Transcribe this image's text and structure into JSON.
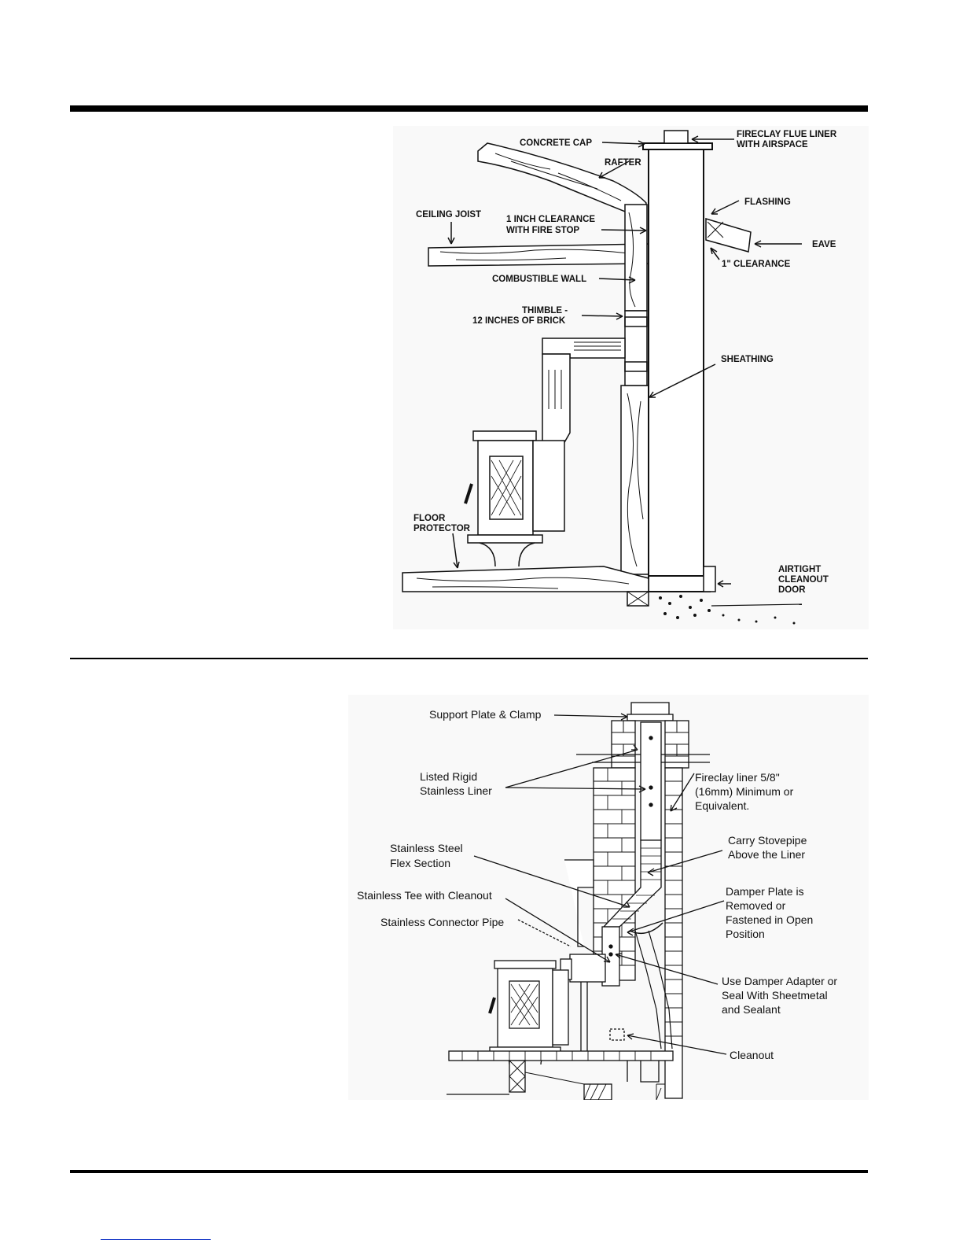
{
  "diagram1": {
    "labels": {
      "concrete_cap": "CONCRETE CAP",
      "fireclay_line1": "FIRECLAY FLUE LINER",
      "fireclay_line2": "WITH AIRSPACE",
      "rafter": "RAFTER",
      "flashing": "FLASHING",
      "ceiling_joist": "CEILING JOIST",
      "clearance_line1": "1 INCH CLEARANCE",
      "clearance_line2": "WITH FIRE STOP",
      "eave": "EAVE",
      "one_inch_clearance": "1\" CLEARANCE",
      "combustible_wall": "COMBUSTIBLE WALL",
      "thimble_line1": "THIMBLE -",
      "thimble_line2": "12 INCHES OF BRICK",
      "sheathing": "SHEATHING",
      "floor_line1": "FLOOR",
      "floor_line2": "PROTECTOR",
      "cleanout_line1": "AIRTIGHT",
      "cleanout_line2": "CLEANOUT",
      "cleanout_line3": "DOOR"
    }
  },
  "diagram2": {
    "labels": {
      "support_plate": "Support Plate & Clamp",
      "listed_line1": "Listed Rigid",
      "listed_line2": "Stainless Liner",
      "fireclay_line1": "Fireclay liner 5/8\"",
      "fireclay_line2": "(16mm) Minimum or",
      "fireclay_line3": "Equivalent.",
      "flex_line1": "Stainless Steel",
      "flex_line2": "Flex Section",
      "carry_line1": "Carry Stovepipe",
      "carry_line2": "Above the Liner",
      "tee": "Stainless Tee with Cleanout",
      "connector": "Stainless Connector Pipe",
      "damper_line1": "Damper Plate is",
      "damper_line2": "Removed or",
      "damper_line3": "Fastened in Open",
      "damper_line4": "Position",
      "adapter_line1": "Use Damper Adapter or",
      "adapter_line2": "Seal With Sheetmetal",
      "adapter_line3": "and Sealant",
      "cleanout": "Cleanout"
    }
  }
}
